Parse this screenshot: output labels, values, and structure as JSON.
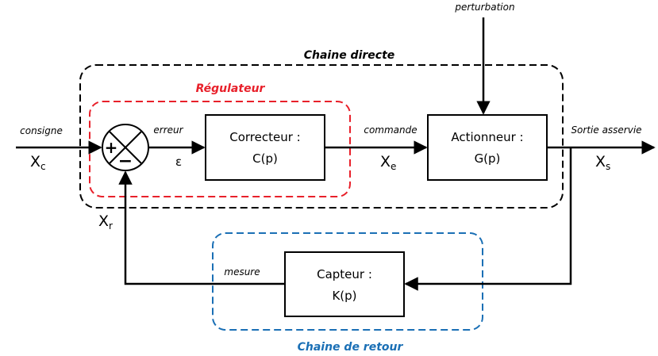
{
  "labels": {
    "perturbation": "perturbation",
    "chaine_directe": "Chaine directe",
    "regulateur": "Régulateur",
    "consigne": "consigne",
    "erreur": "erreur",
    "epsilon": "ε",
    "commande": "commande",
    "sortie_asservie": "Sortie asservie",
    "mesure": "mesure",
    "chaine_retour": "Chaine de retour"
  },
  "signals": {
    "xc": {
      "base": "X",
      "sub": "c"
    },
    "xe": {
      "base": "X",
      "sub": "e"
    },
    "xs": {
      "base": "X",
      "sub": "s"
    },
    "xr": {
      "base": "X",
      "sub": "r"
    }
  },
  "blocks": {
    "correcteur": {
      "line1": "Correcteur :",
      "line2": "C(p)"
    },
    "actionneur": {
      "line1": "Actionneur :",
      "line2": "G(p)"
    },
    "capteur": {
      "line1": "Capteur :",
      "line2": "K(p)"
    }
  },
  "comparator": {
    "plus": "+",
    "minus": "−"
  },
  "colors": {
    "regulateur": "#e8202a",
    "chaine_retour": "#1a6fb5",
    "chaine_directe": "#000000"
  }
}
